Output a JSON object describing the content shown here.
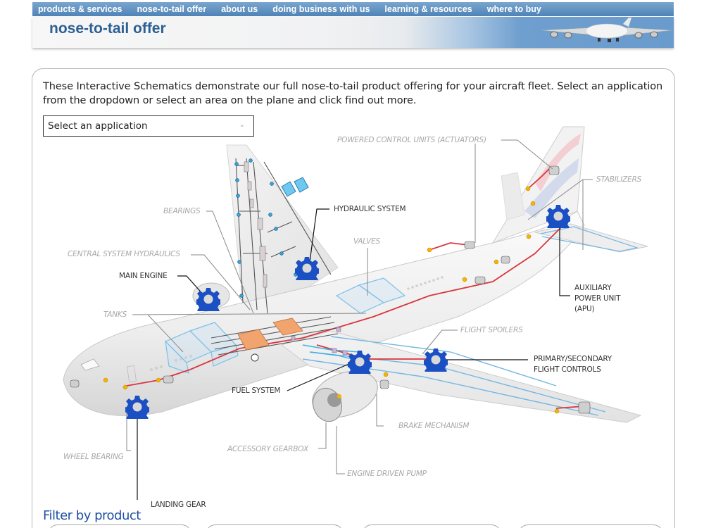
{
  "nav": {
    "items": [
      {
        "label": "products & services"
      },
      {
        "label": "nose-to-tail offer"
      },
      {
        "label": "about us"
      },
      {
        "label": "doing business with us"
      },
      {
        "label": "learning & resources"
      },
      {
        "label": "where to buy"
      }
    ]
  },
  "banner": {
    "title": "nose-to-tail offer"
  },
  "intro": {
    "text": "These Interactive Schematics demonstrate our full nose-to-tail product offering for your aircraft fleet. Select an application from the dropdown or select an area on the plane and click find out more."
  },
  "application_select": {
    "value": "Select an application"
  },
  "schematic": {
    "hotspot_labels": {
      "hydraulic_system": "HYDRAULIC SYSTEM",
      "main_engine": "MAIN ENGINE",
      "apu_line1": "AUXILIARY",
      "apu_line2": "POWER UNIT",
      "apu_line3": "(APU)",
      "flight_controls_line1": "PRIMARY/SECONDARY",
      "flight_controls_line2": "FLIGHT CONTROLS",
      "fuel_system": "FUEL SYSTEM",
      "landing_gear": "LANDING GEAR"
    },
    "component_labels": {
      "actuators": "POWERED CONTROL UNITS (ACTUATORS)",
      "stabilizers": "STABILIZERS",
      "bearings": "BEARINGS",
      "central_hydraulics": "CENTRAL SYSTEM HYDRAULICS",
      "valves": "VALVES",
      "tanks": "TANKS",
      "flight_spoilers": "FLIGHT SPOILERS",
      "brake_mechanism": "BRAKE MECHANISM",
      "accessory_gearbox": "ACCESSORY GEARBOX",
      "engine_driven_pump": "ENGINE DRIVEN PUMP",
      "wheel_bearing": "WHEEL BEARING"
    }
  },
  "filter": {
    "title": "Filter by product"
  },
  "colors": {
    "nav_blue": "#4f83b6",
    "title_blue": "#2d5f93",
    "hotspot_blue": "#1b4fc4",
    "hydraulic_red": "#d9363e",
    "fuel_cyan": "#6cb8e6",
    "tank_orange": "#f2a46f"
  }
}
